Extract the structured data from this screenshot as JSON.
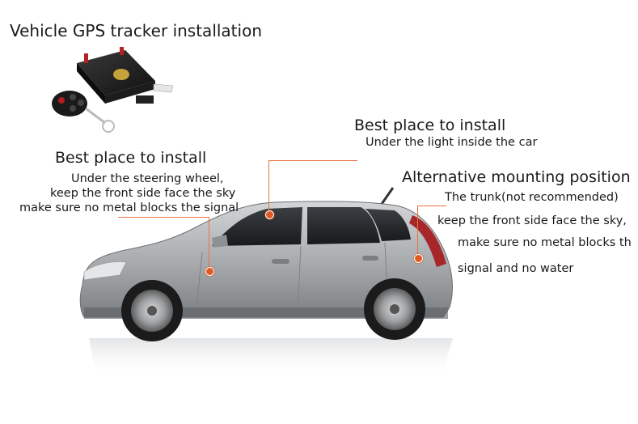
{
  "title": "Vehicle GPS tracker installation",
  "left_callout": {
    "heading": "Best place to install",
    "lines": [
      "Under the steering wheel,",
      "keep the front side face the sky",
      "make sure no metal blocks the signal"
    ]
  },
  "top_callout": {
    "heading": "Best place to install",
    "lines": [
      "Under the light inside the car"
    ]
  },
  "right_callout": {
    "heading": "Alternative mounting position",
    "lines": [
      "The trunk(not recommended)",
      "keep the front side face the sky,",
      "make sure no metal blocks th",
      "signal and no water"
    ]
  },
  "colors": {
    "callout_line": "#e8743c",
    "marker": "#e05a24",
    "car_body": "#a9acaf"
  }
}
